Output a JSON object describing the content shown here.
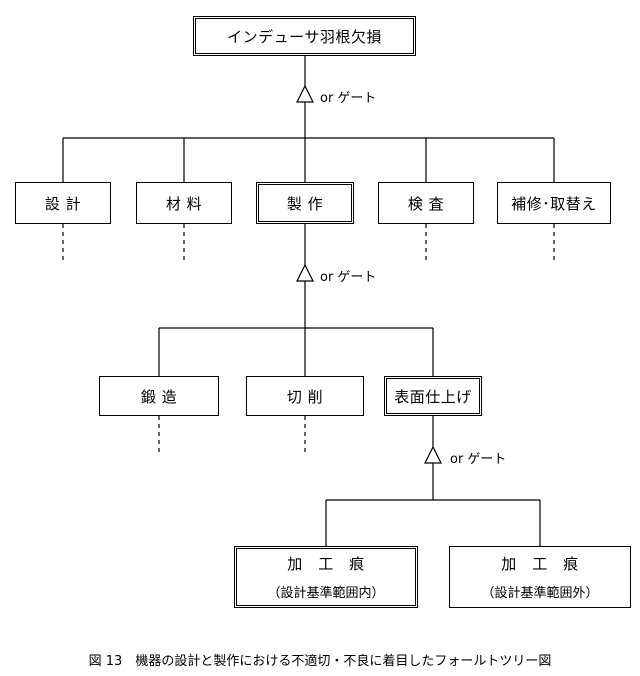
{
  "top_event": "インデューサ羽根欠損",
  "gate_label": "or ゲート",
  "level1": [
    "設 計",
    "材 料",
    "製 作",
    "検 査",
    "補修･取替え"
  ],
  "level2": [
    "鍛 造",
    "切 削",
    "表面仕上げ"
  ],
  "level3": [
    {
      "title": "加　工　痕",
      "sub": "（設計基準範囲内）"
    },
    {
      "title": "加　工　痕",
      "sub": "（設計基準範囲外）"
    }
  ],
  "caption": "図 13　機器の設計と製作における不適切・不良に着目したフォールトツリー図"
}
